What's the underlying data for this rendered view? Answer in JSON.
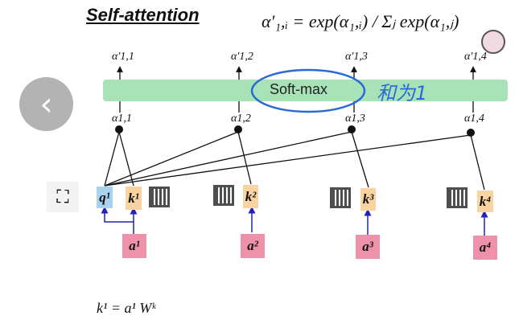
{
  "slide": {
    "title": "Self-attention",
    "formula": "α′₁,ᵢ = exp(α₁,ᵢ) / Σⱼ exp(α₁,ⱼ)",
    "softmax_label": "Soft-max",
    "handwritten_note": "和为1",
    "outputs": [
      "α′1,1",
      "α′1,2",
      "α′1,3",
      "α′1,4"
    ],
    "scores": [
      "α1,1",
      "α1,2",
      "α1,3",
      "α1,4"
    ],
    "query": "q¹",
    "keys": [
      "k¹",
      "k²",
      "k³",
      "k⁴"
    ],
    "inputs": [
      "a¹",
      "a²",
      "a³",
      "a⁴"
    ],
    "bottom_formula": "k¹ = a¹ Wᵏ"
  },
  "player": {
    "back_icon": "chevron-left-icon",
    "scan_icon": "scan-icon",
    "qr_icon": "qr-code-icon",
    "avatar_icon": "avatar"
  },
  "colors": {
    "query": "#a9d2ef",
    "key": "#f9d3a2",
    "input": "#ee92ac",
    "softmax_bar": "#a8e3b8",
    "annotation": "#2a6ad8"
  }
}
